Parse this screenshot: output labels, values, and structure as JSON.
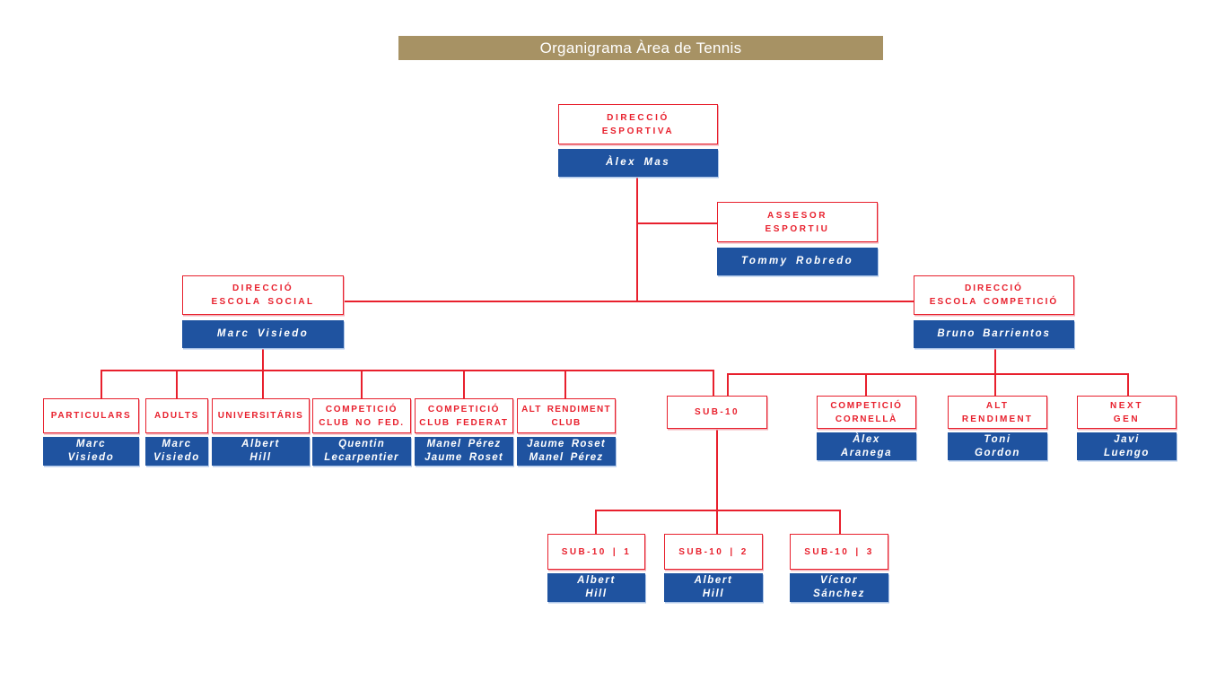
{
  "title": "Organigrama Àrea de Tennis",
  "colors": {
    "title_bg": "#a79264",
    "accent_red": "#e8202d",
    "accent_blue": "#1f53a0"
  },
  "nodes": {
    "direccio_esportiva": {
      "label": "DIRECCIÓ\nESPORTIVA",
      "person": "Àlex Mas"
    },
    "assessor_esportiu": {
      "label": "ASSESOR\nESPORTIU",
      "person": "Tommy Robredo"
    },
    "escola_social": {
      "label": "DIRECCIÓ\nESCOLA SOCIAL",
      "person": "Marc Visiedo"
    },
    "escola_competicio": {
      "label": "DIRECCIÓ\nESCOLA COMPETICIÓ",
      "person": "Bruno Barrientos"
    },
    "particulars": {
      "label": "PARTICULARS",
      "person": "Marc\nVisiedo"
    },
    "adults": {
      "label": "ADULTS",
      "person": "Marc\nVisiedo"
    },
    "universitaris": {
      "label": "UNIVERSITÁRIS",
      "person": "Albert\nHill"
    },
    "competicio_club_no_fed": {
      "label": "COMPETICIÓ\nCLUB NO FED.",
      "person": "Quentin\nLecarpentier"
    },
    "competicio_club_federat": {
      "label": "COMPETICIÓ\nCLUB FEDERAT",
      "person": "Manel Pérez\nJaume Roset"
    },
    "alt_rendiment_club": {
      "label": "ALT RENDIMENT\nCLUB",
      "person": "Jaume Roset\nManel Pérez"
    },
    "sub10": {
      "label": "SUB-10"
    },
    "competicio_cornella": {
      "label": "COMPETICIÓ\nCORNELLÀ",
      "person": "Àlex\nAranega"
    },
    "alt_rendiment": {
      "label": "ALT\nRENDIMENT",
      "person": "Toni\nGordon"
    },
    "next_gen": {
      "label": "NEXT\nGEN",
      "person": "Javi\nLuengo"
    },
    "sub10_1": {
      "label": "SUB-10 | 1",
      "person": "Albert\nHill"
    },
    "sub10_2": {
      "label": "SUB-10 | 2",
      "person": "Albert\nHill"
    },
    "sub10_3": {
      "label": "SUB-10 | 3",
      "person": "Víctor\nSánchez"
    }
  }
}
